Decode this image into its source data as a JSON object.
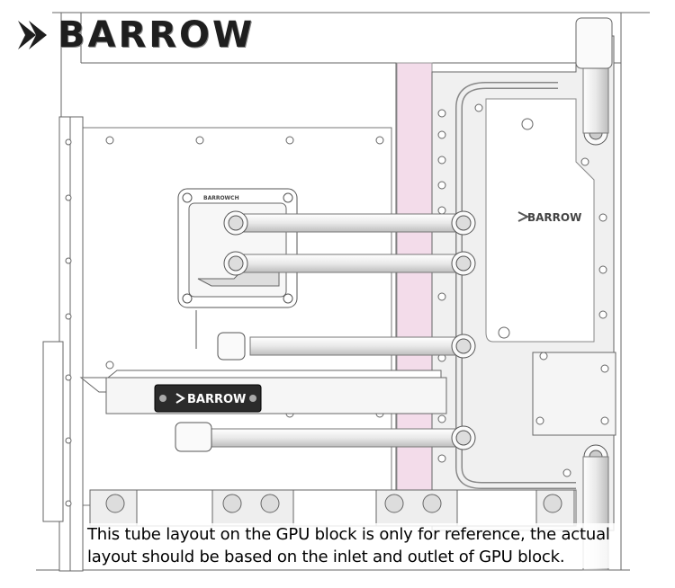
{
  "brand": {
    "logo_text": "BARROW",
    "logo_icon": "barrow-chevron-icon"
  },
  "illustration": {
    "description_icons": [
      "distro-plate",
      "gpu-water-block",
      "cpu-water-block",
      "fans",
      "tubes"
    ],
    "plate_label": "BARROW",
    "gpu_block_label": "BARROW",
    "cpu_block_label": "BARROWCH"
  },
  "caption": {
    "line1": "This tube layout on the GPU block is only for reference, the actual",
    "line2": "layout should be based on the inlet and outlet of GPU block."
  },
  "colors": {
    "pink_strip": "#f3dcea",
    "line": "#555555",
    "tube_fill": "#f4f4f4"
  }
}
